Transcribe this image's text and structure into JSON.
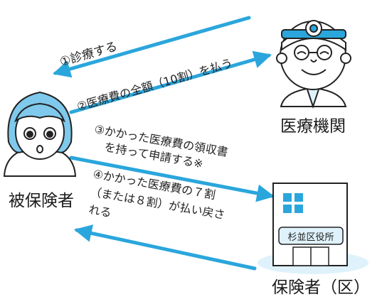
{
  "steps": {
    "s1": "①診療する",
    "s2": "②医療費の全額（10割）を払う",
    "s3_line1": "③かかった医療費の領収書",
    "s3_line2": "を持って申請する※",
    "s4_line1": "④かかった医療費の７割",
    "s4_line2": "（または８割）が払い戻さ",
    "s4_line3": "れる"
  },
  "parties": {
    "insured": "被保険者",
    "medical": "医療機関",
    "insurer": "保険者（区）"
  },
  "building_sign": "杉並区役所",
  "colors": {
    "arrow": "#2aa6dc",
    "hair": "#7fc9ec",
    "sign_bg": "#dff2fb",
    "window": "#2aa6dc"
  }
}
